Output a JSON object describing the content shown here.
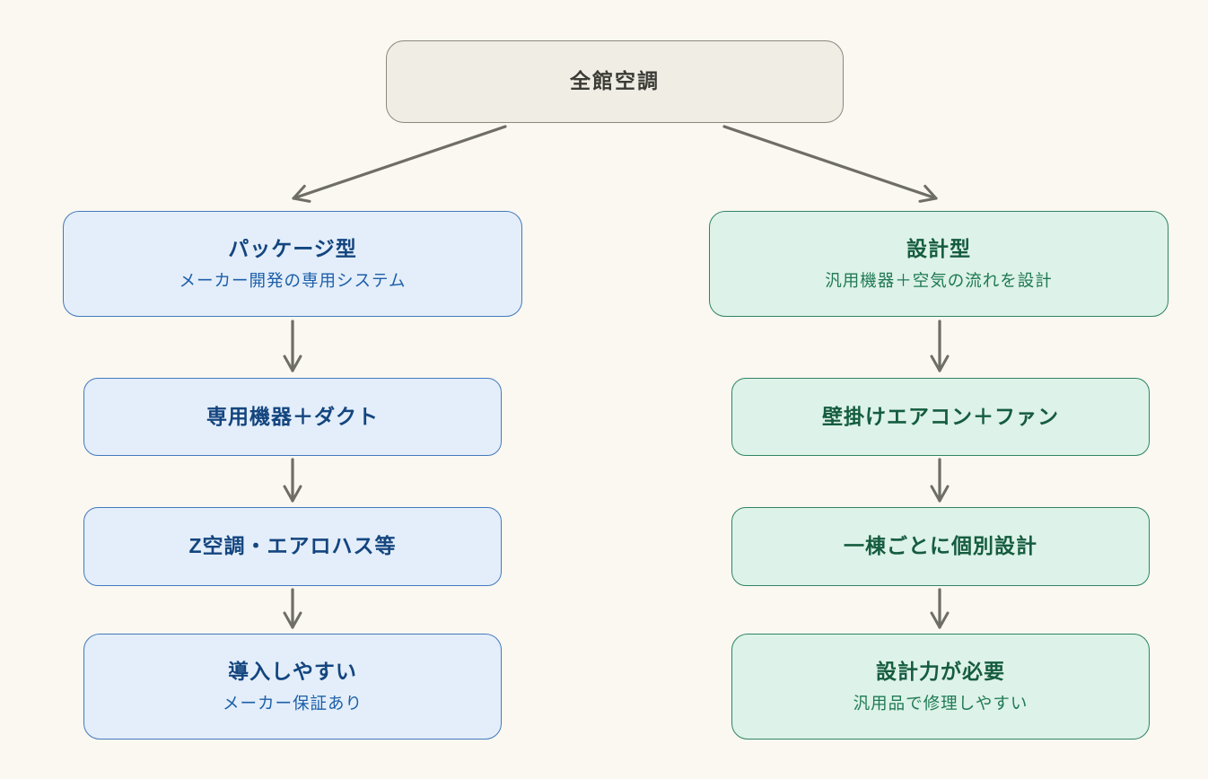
{
  "page": {
    "background_color": "#faf8f1"
  },
  "diagram": {
    "type": "flowchart",
    "arrow_color": "#6e6d66",
    "root": {
      "title": "全館空調",
      "bg_color": "#f0ede4",
      "border_color": "#8a897e",
      "text_color": "#3b3b36"
    },
    "branches": [
      {
        "id": "package",
        "accent": {
          "bg_color": "#e3eefa",
          "border_color": "#4479bd",
          "title_color": "#14457f",
          "subtitle_color": "#1d5fa8"
        },
        "nodes": [
          {
            "title": "パッケージ型",
            "subtitle": "メーカー開発の専用システム"
          },
          {
            "title": "専用機器＋ダクト"
          },
          {
            "title": "Z空調・エアロハス等"
          },
          {
            "title": "導入しやすい",
            "subtitle": "メーカー保証あり"
          }
        ]
      },
      {
        "id": "design",
        "accent": {
          "bg_color": "#ddf2e8",
          "border_color": "#2f8465",
          "title_color": "#155c40",
          "subtitle_color": "#1f7a55"
        },
        "nodes": [
          {
            "title": "設計型",
            "subtitle": "汎用機器＋空気の流れを設計"
          },
          {
            "title": "壁掛けエアコン＋ファン"
          },
          {
            "title": "一棟ごとに個別設計"
          },
          {
            "title": "設計力が必要",
            "subtitle": "汎用品で修理しやすい"
          }
        ]
      }
    ],
    "connections": [
      "root -> package.0",
      "root -> design.0",
      "package.0 -> package.1",
      "package.1 -> package.2",
      "package.2 -> package.3",
      "design.0 -> design.1",
      "design.1 -> design.2",
      "design.2 -> design.3"
    ]
  }
}
